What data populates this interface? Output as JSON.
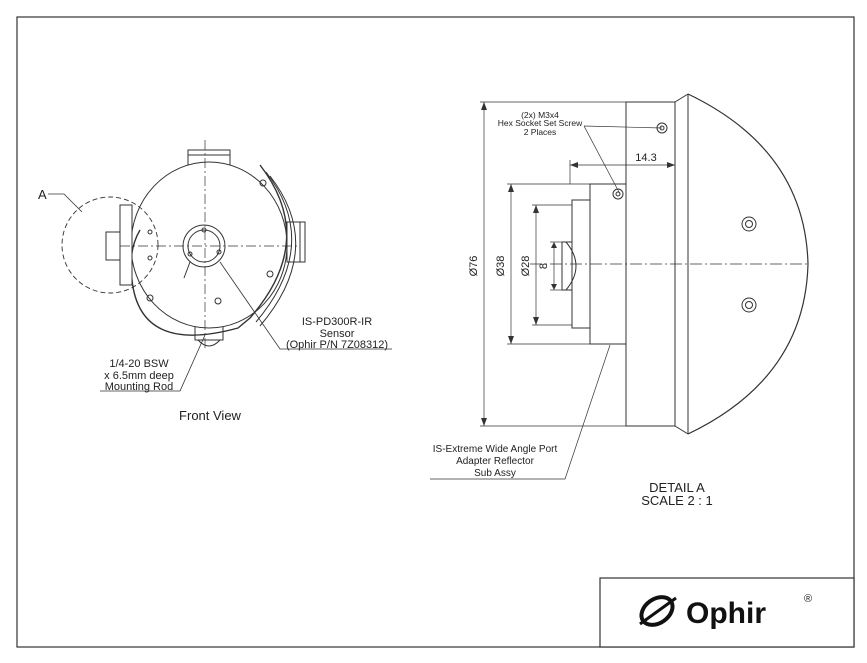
{
  "front_view": {
    "caption": "Front View",
    "detail_callout": "A",
    "mount_note": [
      "1/4-20 BSW",
      "x 6.5mm deep",
      "Mounting Rod"
    ],
    "sensor_note": [
      "IS-PD300R-IR",
      "Sensor",
      "(Ophir P/N 7Z08312)"
    ]
  },
  "detail_view": {
    "screw_note": [
      "(2x) M3x4",
      "Hex Socket Set Screw",
      "2 Places"
    ],
    "dim_horizontal": "14.3",
    "dim_diameters": [
      "Ø76",
      "Ø38",
      "Ø28",
      "8"
    ],
    "port_note": [
      "IS-Extreme Wide Angle Port",
      "Adapter Reflector",
      "Sub Assy"
    ],
    "title": "DETAIL A",
    "scale": "SCALE 2 : 1"
  },
  "logo": {
    "text": "Ophir",
    "mark": "®",
    "icon": "ophir-swoosh-icon"
  }
}
